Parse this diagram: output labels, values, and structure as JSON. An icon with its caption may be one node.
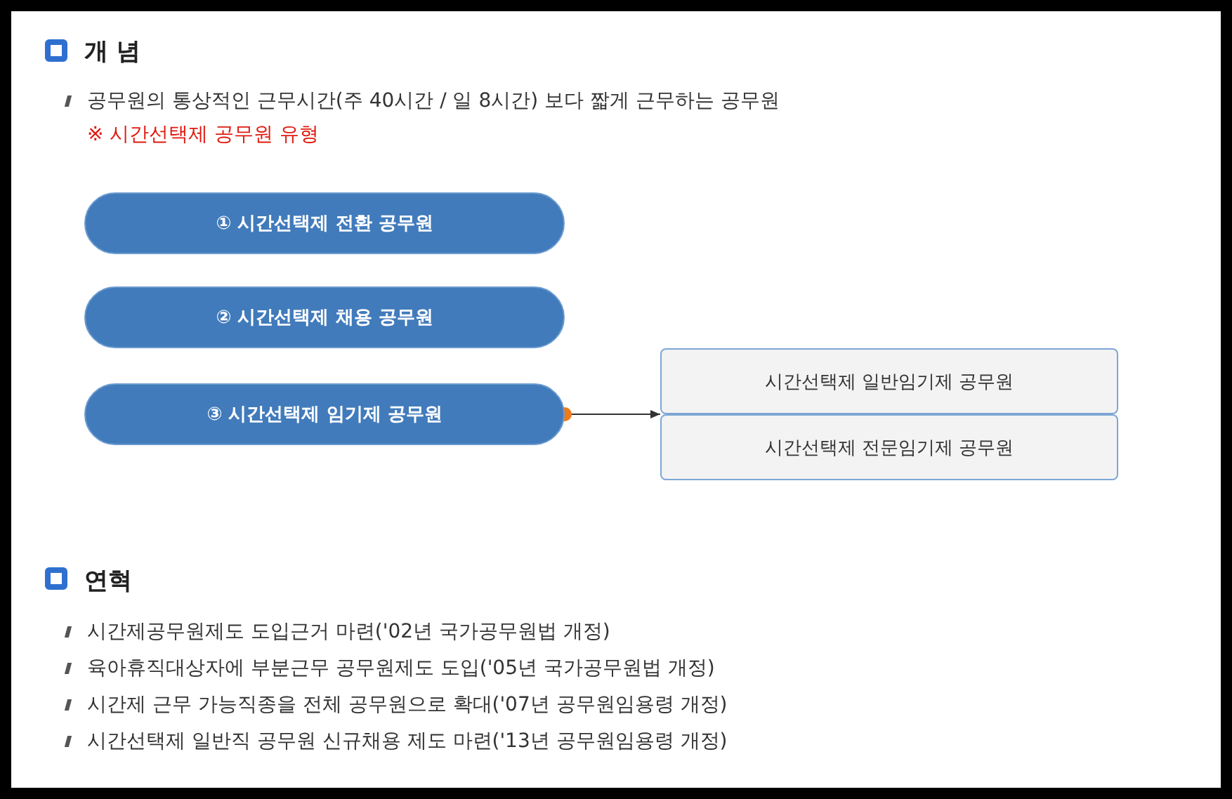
{
  "diagram": {
    "nodes": [
      {
        "text": [
          "① 시간선택제 전환 공무원"
        ]
      },
      {
        "text": [
          "② 시간선택제 채용 공무원"
        ]
      },
      {
        "text": [
          "③ 시간선택제 임기제 공무원"
        ]
      },
      {
        "text": [
          "시간선택제 일반임기제 공무원"
        ]
      },
      {
        "text": [
          "시간선택제 전문임기제 공무원"
        ]
      }
    ],
    "edges": [
      {
        "from": 2,
        "to": 3,
        "arrow": "to"
      },
      {
        "from": 2,
        "to": 4,
        "arrow": "to"
      }
    ],
    "labels": [
      "개 념",
      "공무원의 통상적인 근무시간(주 40시간 / 일 8시간) 보다 짧게 근무하는 공무원",
      "※ 시간선택제 공무원 유형",
      "연혁",
      "시간제공무원제도 도입근거 마련('02년 국가공무원법 개정)",
      "육아휴직대상자에 부분근무 공무원제도 도입('05년 국가공무원법 개정)",
      "시간제 근무 가능직종을 전체 공무원으로 확대('07년 공무원임용령 개정)",
      "시간선택제 일반직 공무원 신규채용 제도 마련('13년 공무원임용령 개정)"
    ]
  }
}
